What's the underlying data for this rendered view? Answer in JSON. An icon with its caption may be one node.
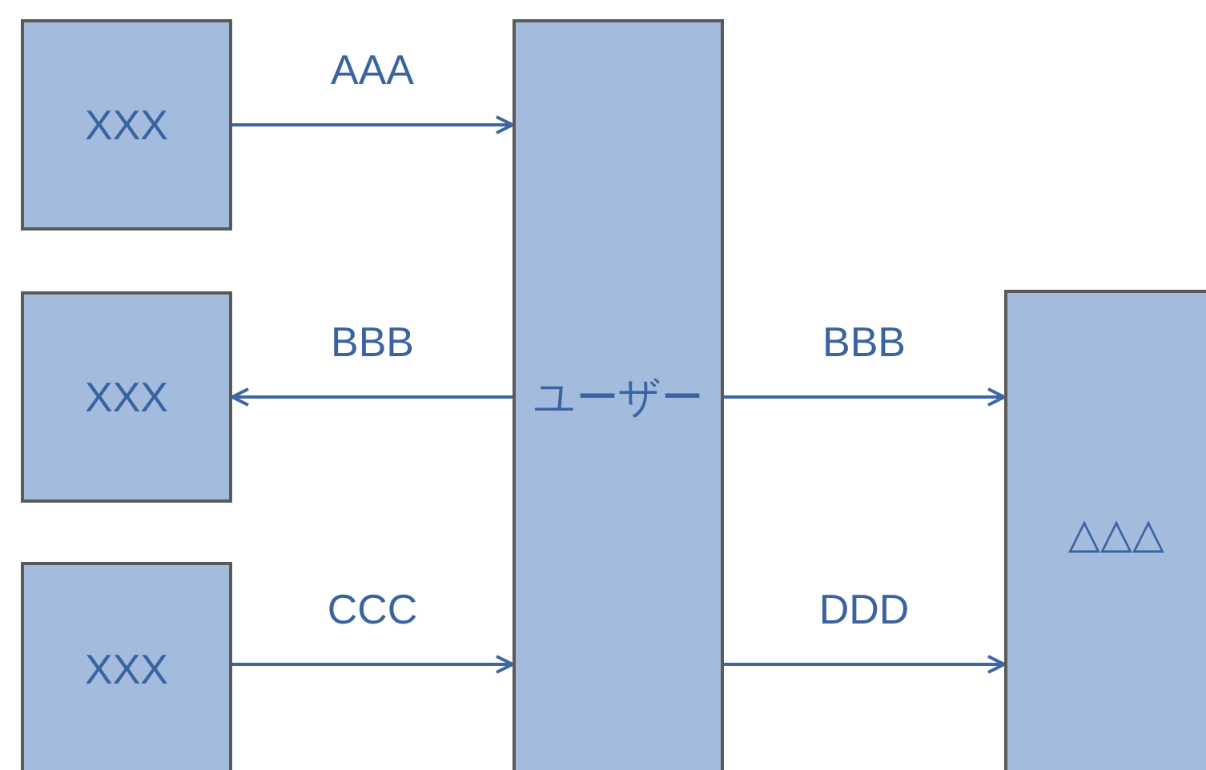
{
  "diagram": {
    "nodes": [
      {
        "text": [
          "XXX"
        ]
      },
      {
        "text": [
          "XXX"
        ]
      },
      {
        "text": [
          "XXX"
        ]
      },
      {
        "text": [
          "ユーザー"
        ]
      },
      {
        "text": [
          "△△△"
        ]
      }
    ],
    "edges": [
      {
        "from": 0,
        "to": 3,
        "arrow": "to",
        "label": "AAA"
      },
      {
        "from": 3,
        "to": 1,
        "arrow": "to",
        "label": "BBB"
      },
      {
        "from": 2,
        "to": 3,
        "arrow": "to",
        "label": "CCC"
      },
      {
        "from": 3,
        "to": 4,
        "arrow": "to",
        "label": "BBB"
      },
      {
        "from": 3,
        "to": 4,
        "arrow": "to",
        "label": "DDD"
      }
    ]
  }
}
